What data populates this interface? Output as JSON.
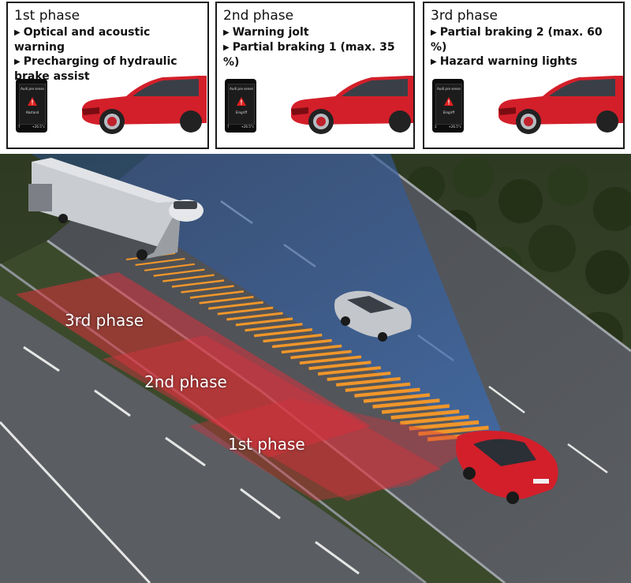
{
  "panels": [
    {
      "title": "1st phase",
      "bullets": [
        "Optical and acoustic warning",
        "Precharging of hydraulic brake assist"
      ],
      "dash_header": "Audi pre sense",
      "dash_status": "Abstand",
      "dash_left": "7",
      "dash_right": "+26.5°c"
    },
    {
      "title": "2nd phase",
      "bullets": [
        "Warning jolt",
        "Partial braking 1 (max. 35 %)"
      ],
      "dash_header": "Audi pre sense",
      "dash_status": "Eingriff",
      "dash_left": "7",
      "dash_right": "+26.5°c"
    },
    {
      "title": "3rd phase",
      "bullets": [
        "Partial braking 2 (max. 60 %)",
        "Hazard warning lights"
      ],
      "dash_header": "Audi pre sense",
      "dash_status": "Eingriff",
      "dash_left": "3",
      "dash_right": "+26.5°c"
    }
  ],
  "scene": {
    "labels": [
      "3rd phase",
      "2nd phase",
      "1st phase"
    ]
  },
  "colors": {
    "car_red": "#d31f2a",
    "stripe_orange": "#f0962a",
    "radar_blue": "#3f6aa8",
    "zone_red": "#d8323d",
    "road": "#55585c"
  }
}
